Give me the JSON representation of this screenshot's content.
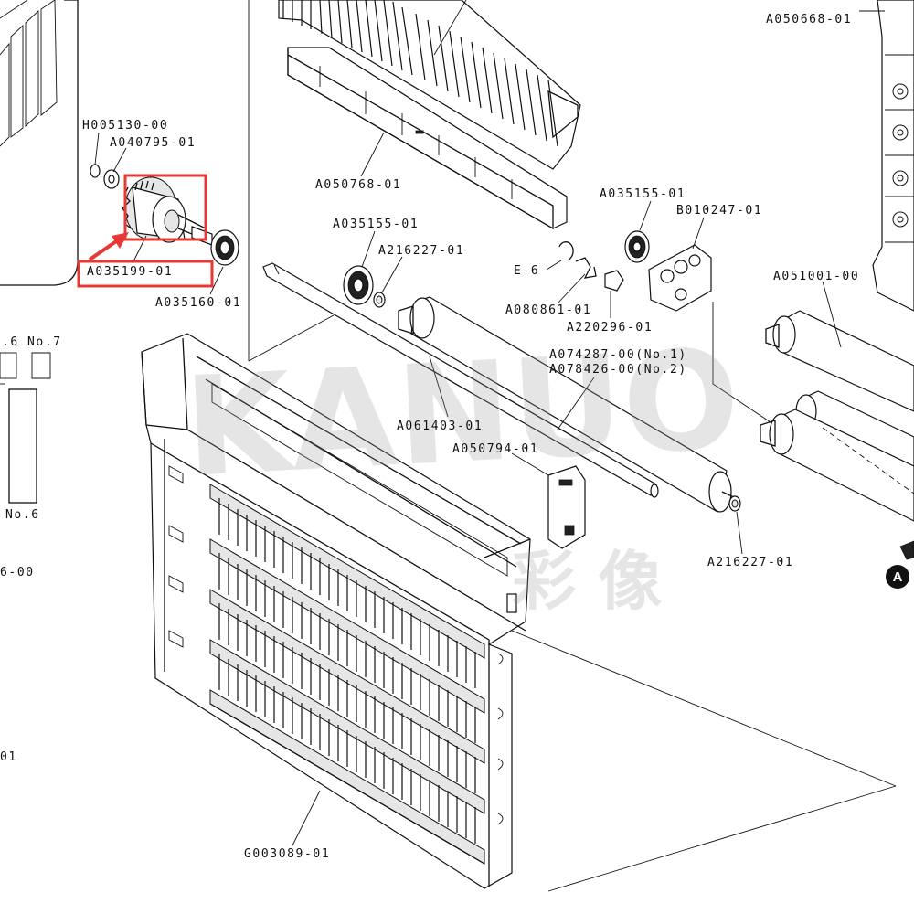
{
  "labels": {
    "h005130_00": "H005130-00",
    "a040795_01": "A040795-01",
    "a035199_01": "A035199-01",
    "a035160_01": "A035160-01",
    "a050768_01": "A050768-01",
    "a050668_01": "A050668-01",
    "a035155_01_mid": "A035155-01",
    "a216227_01_mid": "A216227-01",
    "a035155_01_right": "A035155-01",
    "b010247_01": "B010247-01",
    "e_6": "E-6",
    "a080861_01": "A080861-01",
    "a220296_01": "A220296-01",
    "a051001_00": "A051001-00",
    "a074287_00": "A074287-00(No.1)",
    "a078426_00": "A078426-00(No.2)",
    "a061403_01": "A061403-01",
    "a050794_01": "A050794-01",
    "a216227_01_low": "A216227-01",
    "g003089_01": "G003089-01",
    "no6_top": ".6",
    "no7": "No.7",
    "no6_bottom": "No.6",
    "cut_6_00": "6-00",
    "cut_01": "01"
  },
  "callout_marker": "A",
  "highlight_color": "#e53935",
  "watermark": {
    "latin": "KANUO",
    "cjk": "彩 像"
  }
}
